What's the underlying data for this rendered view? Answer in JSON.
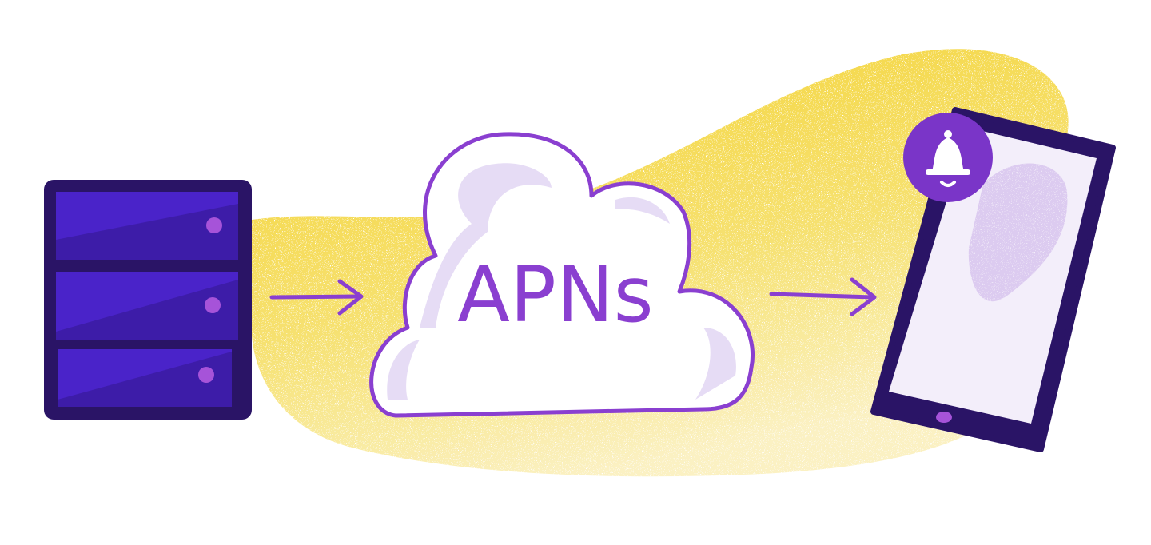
{
  "diagram": {
    "server": {
      "name": "server"
    },
    "cloud": {
      "label": "APNs"
    },
    "device": {
      "name": "phone",
      "badge": "bell-icon"
    }
  },
  "colors": {
    "server_frame": "#2a1466",
    "server_panel": "#4a23c9",
    "server_led": "#a653d9",
    "cloud_stroke": "#8a3fd0",
    "cloud_shade": "#e6dcf5",
    "highlight": "#f4d73a",
    "phone_frame": "#2a1466",
    "phone_screen": "#efe8f8",
    "bell_bg": "#7a35c8"
  }
}
